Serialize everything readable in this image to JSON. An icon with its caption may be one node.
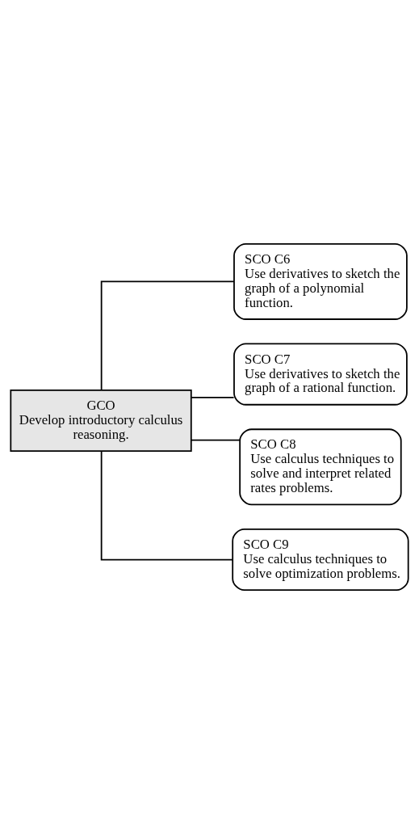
{
  "diagram": {
    "nodes": [
      {
        "text": [
          "GCO",
          "Develop introductory calculus reasoning."
        ]
      },
      {
        "text": [
          "SCO C6",
          "Use derivatives to sketch the graph of a polynomial function."
        ]
      },
      {
        "text": [
          "SCO C7",
          "Use derivatives to sketch the graph of a rational function."
        ]
      },
      {
        "text": [
          "SCO C8",
          "Use calculus techniques to solve and interpret related rates problems."
        ]
      },
      {
        "text": [
          "SCO C9",
          "Use calculus techniques to solve optimization problems."
        ]
      }
    ],
    "edges": [
      {
        "from": 0,
        "to": 1,
        "arrow": "none"
      },
      {
        "from": 0,
        "to": 2,
        "arrow": "none"
      },
      {
        "from": 0,
        "to": 3,
        "arrow": "none"
      },
      {
        "from": 0,
        "to": 4,
        "arrow": "none"
      }
    ]
  }
}
